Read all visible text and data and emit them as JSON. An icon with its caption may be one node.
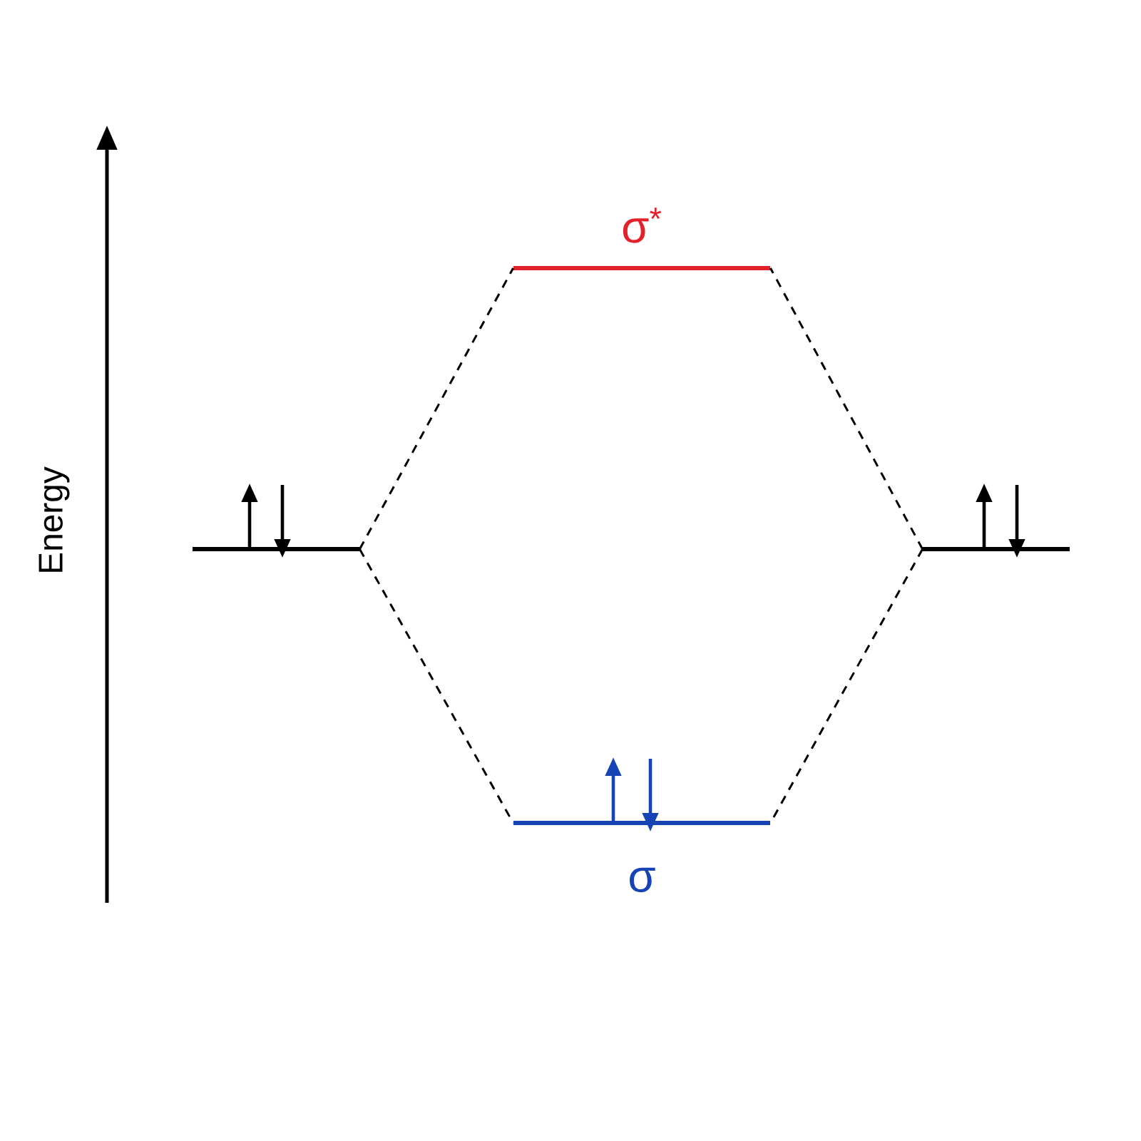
{
  "diagram": {
    "nodes": [
      {
        "text": [],
        "shape": "bar"
      },
      {
        "text": [
          "σ$^{*}$"
        ]
      },
      {
        "text": [
          "σ"
        ]
      },
      {
        "text": [],
        "shape": "bar"
      }
    ],
    "edges": [
      {
        "from": 0,
        "to": 1,
        "arrow": "none",
        "style": "dashed"
      },
      {
        "from": 0,
        "to": 2,
        "arrow": "none",
        "style": "dashed"
      },
      {
        "from": 3,
        "to": 1,
        "arrow": "none",
        "style": "dashed"
      },
      {
        "from": 3,
        "to": 2,
        "arrow": "none",
        "style": "dashed"
      }
    ],
    "labels": [
      "Energy"
    ]
  }
}
